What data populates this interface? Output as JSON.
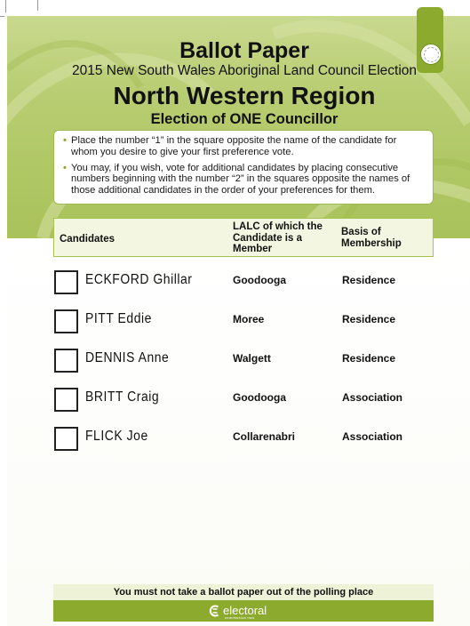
{
  "header": {
    "title": "Ballot Paper",
    "election": "2015 New South Wales Aboriginal Land Council Election",
    "region": "North Western Region",
    "councillor": "Election of ONE Councillor"
  },
  "instructions": [
    "Place the number “1” in the square opposite the name of the candidate for whom you desire to give your first preference vote.",
    "You may, if you wish, vote for additional candidates by placing consecutive numbers beginning with the number “2” in the squares opposite the names of those additional candidates in the order of your preferences for them."
  ],
  "table": {
    "headers": {
      "candidates": "Candidates",
      "lalc": "LALC of which the Candidate is a Member",
      "basis": "Basis of Membership"
    },
    "rows": [
      {
        "name": "ECKFORD Ghillar",
        "lalc": "Goodooga",
        "basis": "Residence"
      },
      {
        "name": "PITT Eddie",
        "lalc": "Moree",
        "basis": "Residence"
      },
      {
        "name": "DENNIS Anne",
        "lalc": "Walgett",
        "basis": "Residence"
      },
      {
        "name": "BRITT Craig",
        "lalc": "Goodooga",
        "basis": "Association"
      },
      {
        "name": "FLICK Joe",
        "lalc": "Collarenabri",
        "basis": "Association"
      }
    ]
  },
  "footer": {
    "note": "You must not take a ballot paper out of the polling place",
    "logo_text": "electoral",
    "logo_sub": "commission nsw"
  },
  "colors": {
    "accent_green": "#8cab2e",
    "band_green": "#b8cd72"
  },
  "icons": {
    "seal": "seal-icon",
    "logo": "electoral-commission-logo-icon"
  }
}
